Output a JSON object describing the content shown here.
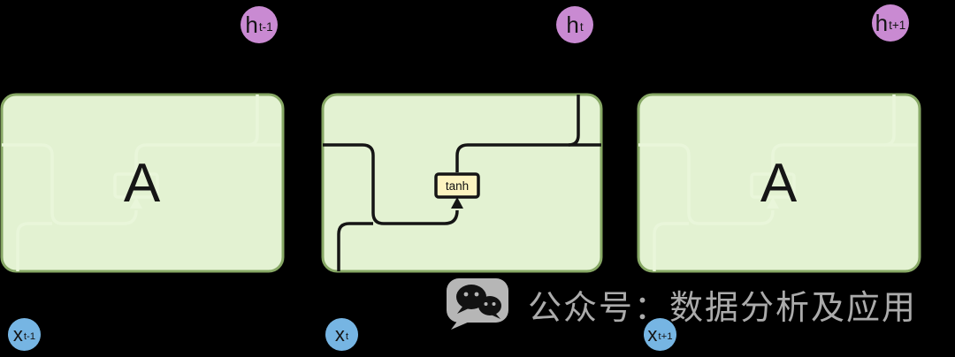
{
  "cells": {
    "left": {
      "label": "A"
    },
    "middle": {
      "activation_label": "tanh"
    },
    "right": {
      "label": "A"
    }
  },
  "hidden_nodes": [
    {
      "base": "h",
      "sub": "t-1"
    },
    {
      "base": "h",
      "sub": "t"
    },
    {
      "base": "h",
      "sub": "t+1"
    }
  ],
  "input_nodes": [
    {
      "base": "x",
      "sub": "t-1"
    },
    {
      "base": "x",
      "sub": "t"
    },
    {
      "base": "x",
      "sub": "t+1"
    }
  ],
  "watermark": {
    "text": "公众号：数据分析及应用"
  },
  "colors": {
    "background": "#000000",
    "cell_fill": "#e3f2d2",
    "cell_border": "#87a865",
    "faint_line": "#e9f6da",
    "line": "#151515",
    "activation_fill": "#fcf4c0",
    "hidden_node": "#c98ad2",
    "input_node": "#76b5e3",
    "watermark_gray": "#c9c9c9"
  }
}
